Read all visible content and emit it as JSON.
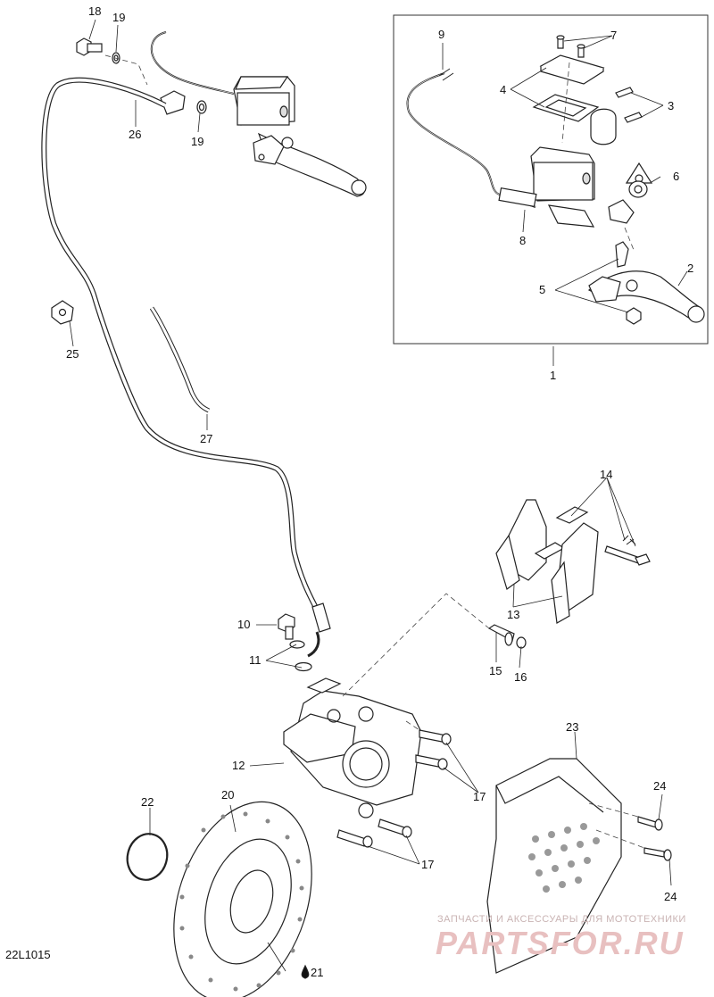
{
  "diagram": {
    "code": "22L1015",
    "watermark": {
      "line1": "ЗАПЧАСТИ И АКСЕССУАРЫ ДЛЯ МОТОТЕХНИКИ",
      "line2": "PARTSFOR.RU"
    },
    "callouts": {
      "c1": "1",
      "c2": "2",
      "c3": "3",
      "c4": "4",
      "c5": "5",
      "c6": "6",
      "c7": "7",
      "c8": "8",
      "c9": "9",
      "c10": "10",
      "c11": "11",
      "c12": "12",
      "c13": "13",
      "c14": "14",
      "c15": "15",
      "c16": "16",
      "c17a": "17",
      "c17b": "17",
      "c18": "18",
      "c19a": "19",
      "c19b": "19",
      "c20": "20",
      "c21": "21",
      "c22": "22",
      "c23": "23",
      "c24a": "24",
      "c24b": "24",
      "c25": "25",
      "c26": "26",
      "c27": "27"
    }
  }
}
